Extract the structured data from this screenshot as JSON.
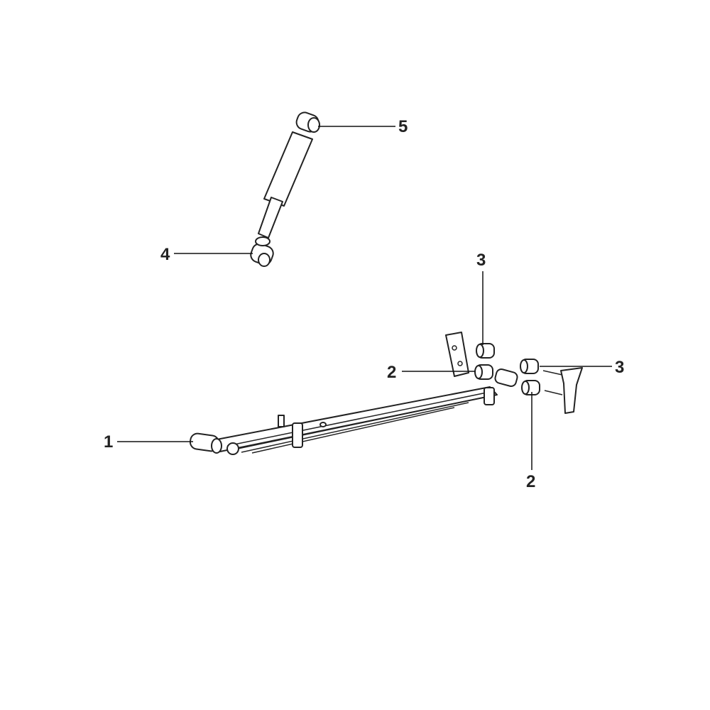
{
  "diagram": {
    "callouts": [
      {
        "id": "leaf-spring",
        "number": "1"
      },
      {
        "id": "bushing-front",
        "number": "2"
      },
      {
        "id": "bushing-rear",
        "number": "2"
      },
      {
        "id": "shackle-bushing-upper",
        "number": "3"
      },
      {
        "id": "shackle-bushing-right",
        "number": "3"
      },
      {
        "id": "shock-lower-bushing",
        "number": "4"
      },
      {
        "id": "shock-upper-bushing",
        "number": "5"
      }
    ]
  }
}
